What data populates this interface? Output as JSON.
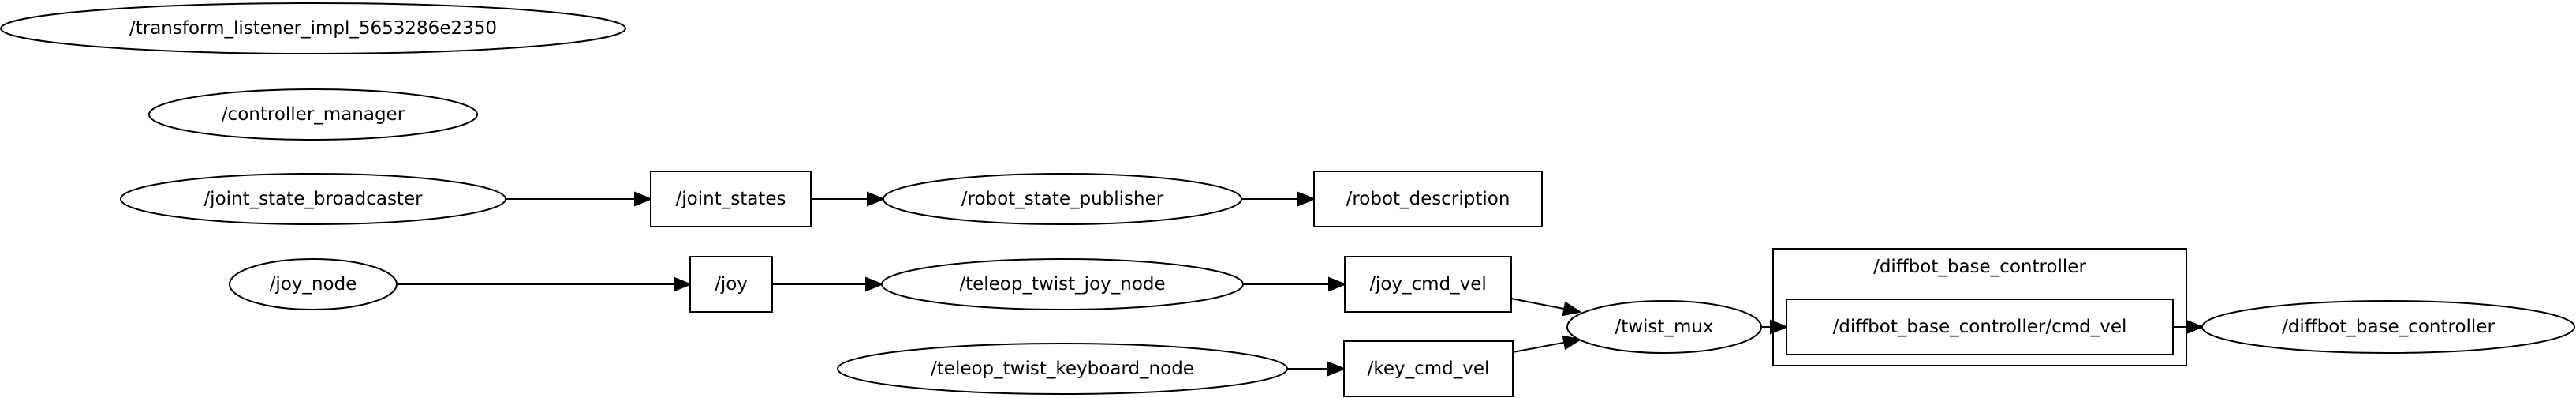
{
  "graph": {
    "nodes": [
      {
        "id": "tf_listener",
        "kind": "node",
        "label": "/transform_listener_impl_5653286e2350"
      },
      {
        "id": "controller_manager",
        "kind": "node",
        "label": "/controller_manager"
      },
      {
        "id": "joint_state_broadcaster",
        "kind": "node",
        "label": "/joint_state_broadcaster"
      },
      {
        "id": "joint_states",
        "kind": "topic",
        "label": "/joint_states"
      },
      {
        "id": "robot_state_publisher",
        "kind": "node",
        "label": "/robot_state_publisher"
      },
      {
        "id": "robot_description",
        "kind": "topic",
        "label": "/robot_description"
      },
      {
        "id": "joy_node",
        "kind": "node",
        "label": "/joy_node"
      },
      {
        "id": "joy",
        "kind": "topic",
        "label": "/joy"
      },
      {
        "id": "teleop_twist_joy_node",
        "kind": "node",
        "label": "/teleop_twist_joy_node"
      },
      {
        "id": "joy_cmd_vel",
        "kind": "topic",
        "label": "/joy_cmd_vel"
      },
      {
        "id": "teleop_twist_keyboard_node",
        "kind": "node",
        "label": "/teleop_twist_keyboard_node"
      },
      {
        "id": "key_cmd_vel",
        "kind": "topic",
        "label": "/key_cmd_vel"
      },
      {
        "id": "twist_mux",
        "kind": "node",
        "label": "/twist_mux"
      },
      {
        "id": "diffbot_cmd_vel",
        "kind": "topic",
        "label": "/diffbot_base_controller/cmd_vel"
      },
      {
        "id": "diffbot_base_controller_node",
        "kind": "node",
        "label": "/diffbot_base_controller"
      }
    ],
    "clusters": [
      {
        "id": "diffbot_group",
        "label": "/diffbot_base_controller",
        "members": [
          "diffbot_cmd_vel"
        ]
      }
    ],
    "edges": [
      {
        "from": "joint_state_broadcaster",
        "to": "joint_states"
      },
      {
        "from": "joint_states",
        "to": "robot_state_publisher"
      },
      {
        "from": "robot_state_publisher",
        "to": "robot_description"
      },
      {
        "from": "joy_node",
        "to": "joy"
      },
      {
        "from": "joy",
        "to": "teleop_twist_joy_node"
      },
      {
        "from": "teleop_twist_joy_node",
        "to": "joy_cmd_vel"
      },
      {
        "from": "teleop_twist_keyboard_node",
        "to": "key_cmd_vel"
      },
      {
        "from": "joy_cmd_vel",
        "to": "twist_mux"
      },
      {
        "from": "key_cmd_vel",
        "to": "twist_mux"
      },
      {
        "from": "twist_mux",
        "to": "diffbot_cmd_vel"
      },
      {
        "from": "diffbot_cmd_vel",
        "to": "diffbot_base_controller_node"
      }
    ]
  }
}
